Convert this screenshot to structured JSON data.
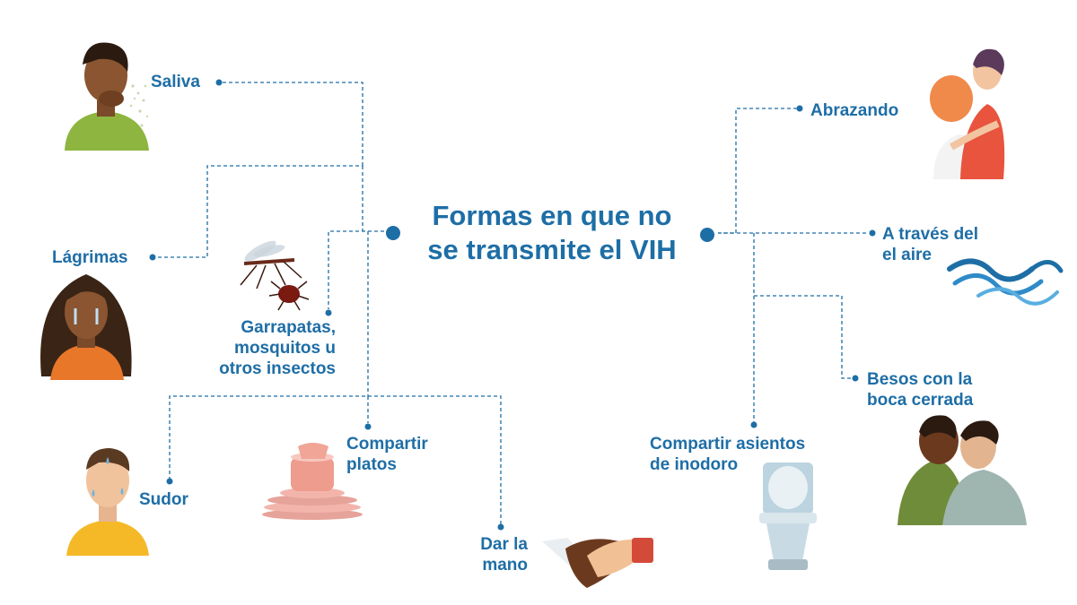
{
  "title": "Formas en que no\nse transmite el VIH",
  "colors": {
    "accent": "#1e6ea6",
    "background": "#ffffff"
  },
  "items": [
    {
      "id": "saliva",
      "label": "Saliva",
      "icon": "sneezing-person-icon"
    },
    {
      "id": "lagrimas",
      "label": "Lágrimas",
      "icon": "crying-woman-icon"
    },
    {
      "id": "insectos",
      "label": "Garrapatas,\nmosquitos u\notros insectos",
      "icon": "mosquito-tick-icon"
    },
    {
      "id": "sudor",
      "label": "Sudor",
      "icon": "sweating-person-icon"
    },
    {
      "id": "platos",
      "label": "Compartir\nplatos",
      "icon": "stacked-dishes-icon"
    },
    {
      "id": "mano",
      "label": "Dar la\nmano",
      "icon": "handshake-icon"
    },
    {
      "id": "abrazando",
      "label": "Abrazando",
      "icon": "hugging-couple-icon"
    },
    {
      "id": "aire",
      "label": "A través del\nel aire",
      "icon": "air-wave-icon"
    },
    {
      "id": "besos",
      "label": "Besos con la\nboca cerrada",
      "icon": "kissing-couple-icon"
    },
    {
      "id": "inodoro",
      "label": "Compartir asientos\nde inodoro",
      "icon": "toilet-icon"
    }
  ]
}
